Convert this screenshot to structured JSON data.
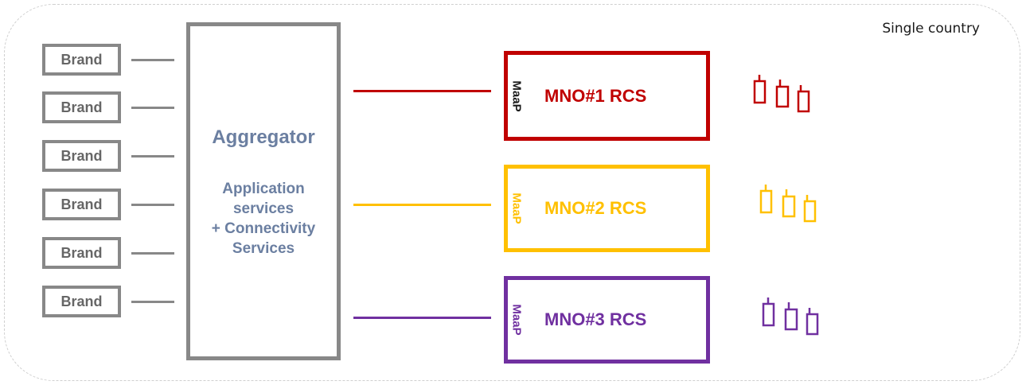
{
  "region": {
    "label": "Single country"
  },
  "brands": [
    "Brand",
    "Brand",
    "Brand",
    "Brand",
    "Brand",
    "Brand"
  ],
  "aggregator": {
    "title": "Aggregator",
    "services": "Application\nservices\n+ Connectivity\nServices"
  },
  "mnos": [
    {
      "maap": "MaaP",
      "label": "MNO#1 RCS",
      "color": "#c00000",
      "maap_color": "#1a1a1a"
    },
    {
      "maap": "MaaP",
      "label": "MNO#2 RCS",
      "color": "#ffc000",
      "maap_color": "#ffc000"
    },
    {
      "maap": "MaaP",
      "label": "MNO#3 RCS",
      "color": "#7030a0",
      "maap_color": "#7030a0"
    }
  ],
  "colors": {
    "brand_border": "#888888",
    "brand_text": "#666666",
    "aggregator_text": "#6b7fa1",
    "region_border": "#cfcfcf"
  },
  "icons": {
    "device_group": "phone-group-icon"
  }
}
